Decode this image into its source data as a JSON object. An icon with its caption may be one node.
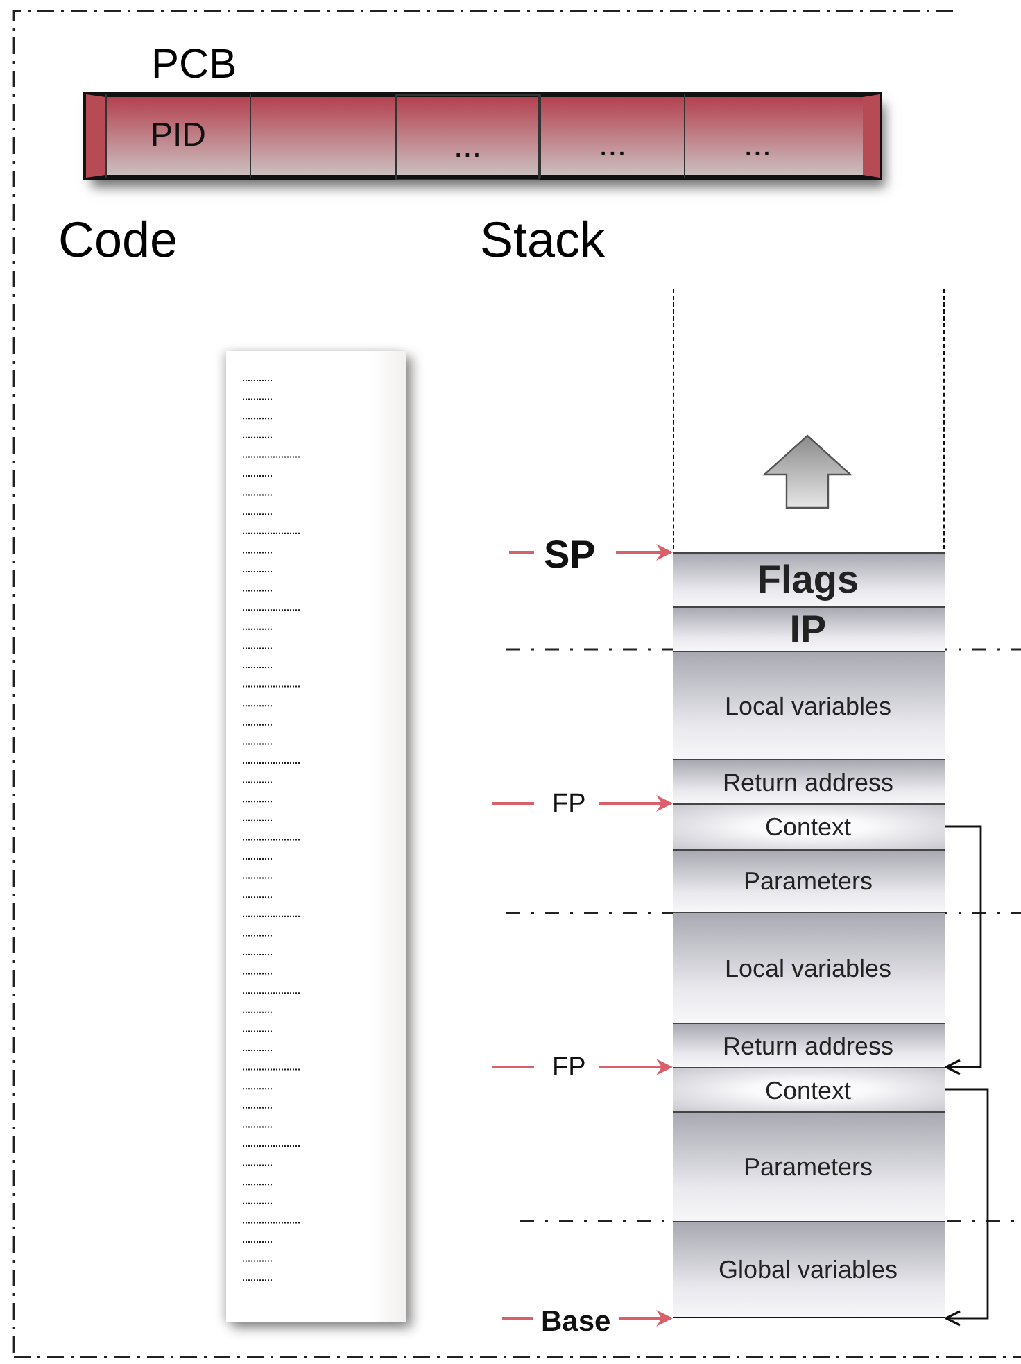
{
  "diagram": {
    "nodes": [
      {
        "text": [
          "PCB"
        ]
      },
      {
        "text": [
          "PID"
        ],
        "in": 0
      },
      {
        "text": [],
        "shape": "box",
        "in": 0
      },
      {
        "text": [
          "..."
        ],
        "in": 0
      },
      {
        "text": [
          "..."
        ],
        "in": 0
      },
      {
        "text": [
          "..."
        ],
        "in": 0
      },
      {
        "text": [
          "Code"
        ]
      },
      {
        "text": [
          "Stack"
        ]
      },
      {
        "text": [
          "Flags"
        ],
        "in": 7
      },
      {
        "text": [
          "IP"
        ],
        "in": 7
      },
      {
        "text": [
          "Local variables"
        ],
        "in": 7
      },
      {
        "text": [
          "Return address"
        ],
        "in": 7
      },
      {
        "text": [
          "Context"
        ],
        "in": 7
      },
      {
        "text": [
          "Parameters"
        ],
        "in": 7
      },
      {
        "text": [
          "Local variables"
        ],
        "in": 7
      },
      {
        "text": [
          "Return address"
        ],
        "in": 7
      },
      {
        "text": [
          "Context"
        ],
        "in": 7
      },
      {
        "text": [
          "Parameters"
        ],
        "in": 7
      },
      {
        "text": [
          "Global variables"
        ],
        "in": 7
      },
      {
        "text": [
          "SP"
        ]
      },
      {
        "text": [
          "FP"
        ]
      },
      {
        "text": [
          "FP"
        ]
      },
      {
        "text": [
          "Base"
        ]
      }
    ],
    "edges": [
      {
        "from": 19,
        "to": 8,
        "arrow": "to"
      },
      {
        "from": 20,
        "to": 12,
        "arrow": "to"
      },
      {
        "from": 21,
        "to": 16,
        "arrow": "to"
      },
      {
        "from": 22,
        "to": 18,
        "arrow": "to"
      },
      {
        "from": 12,
        "to": 16,
        "arrow": "to",
        "color": "#111111"
      },
      {
        "from": 16,
        "to": 18,
        "arrow": "to",
        "color": "#111111"
      }
    ]
  }
}
